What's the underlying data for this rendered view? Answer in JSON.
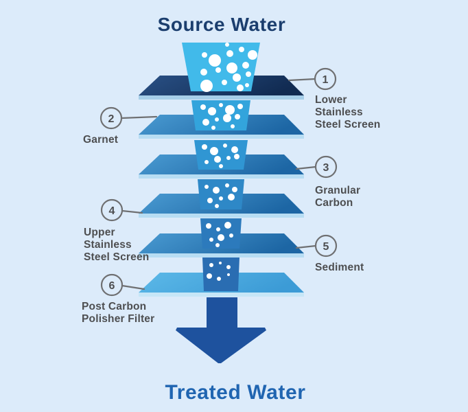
{
  "diagram": {
    "title_top": "Source Water",
    "title_bottom": "Treated Water",
    "steps": [
      {
        "num": "1",
        "side": "right",
        "label": "Lower Stainless Steel Screen",
        "lines": [
          "Lower",
          "Stainless",
          "Steel Screen"
        ]
      },
      {
        "num": "2",
        "side": "left",
        "label": "Garnet",
        "lines": [
          "Garnet"
        ]
      },
      {
        "num": "3",
        "side": "right",
        "label": "Granular Carbon",
        "lines": [
          "Granular",
          "Carbon"
        ]
      },
      {
        "num": "4",
        "side": "left",
        "label": "Upper Stainless Steel Screen",
        "lines": [
          "Upper",
          "Stainless",
          "Steel Screen"
        ]
      },
      {
        "num": "5",
        "side": "right",
        "label": "Sediment",
        "lines": [
          "Sediment"
        ]
      },
      {
        "num": "6",
        "side": "left",
        "label": "Post Carbon Polisher Filter",
        "lines": [
          "Post Carbon",
          "Polisher Filter"
        ]
      }
    ],
    "colors": {
      "background": "#DCEBFA",
      "title_top": "#1B3E6E",
      "title_bottom": "#2065B1",
      "label_text": "#4D4E50",
      "callout_stroke": "#6F7072",
      "slab_dark_left": "#2A5186",
      "slab_dark_right": "#112B52",
      "slab_mid_left": "#4A9BD2",
      "slab_mid_right": "#1D66A4",
      "slab_light_left": "#5CB9E8",
      "slab_light_right": "#3C9BD6",
      "slab_edges": [
        "#A6CEE9",
        "#B7DDF3",
        "#B7DDF3",
        "#B7DDF3",
        "#B7DDF3",
        "#C6E6F7"
      ],
      "funnel": [
        "#41BAEA",
        "#33A4DC",
        "#3096D3",
        "#2E88C7",
        "#2C7ABC",
        "#2A6DB2"
      ],
      "arrow": "#1E529E",
      "bubble": "#FFFFFF"
    },
    "bubbles": {
      "s1": [
        [
          298,
          80,
          4
        ],
        [
          313,
          88,
          9
        ],
        [
          335,
          78,
          5
        ],
        [
          352,
          72,
          4
        ],
        [
          368,
          80,
          7
        ],
        [
          297,
          105,
          5
        ],
        [
          318,
          102,
          4
        ],
        [
          338,
          99,
          8
        ],
        [
          358,
          95,
          5
        ],
        [
          301,
          125,
          9
        ],
        [
          327,
          120,
          4
        ],
        [
          345,
          113,
          6
        ],
        [
          362,
          108,
          4
        ],
        [
          350,
          128,
          5
        ],
        [
          331,
          65,
          3
        ],
        [
          360,
          124,
          3
        ]
      ],
      "s2": [
        [
          296,
          156,
          4
        ],
        [
          309,
          162,
          6
        ],
        [
          322,
          153,
          3
        ],
        [
          335,
          160,
          7
        ],
        [
          350,
          155,
          4
        ],
        [
          300,
          178,
          5
        ],
        [
          316,
          174,
          3
        ],
        [
          331,
          172,
          6
        ],
        [
          346,
          170,
          4
        ],
        [
          311,
          186,
          3
        ],
        [
          339,
          184,
          3
        ]
      ],
      "s3": [
        [
          298,
          214,
          4
        ],
        [
          312,
          220,
          6
        ],
        [
          328,
          212,
          3
        ],
        [
          342,
          218,
          5
        ],
        [
          301,
          236,
          3
        ],
        [
          317,
          232,
          5
        ],
        [
          333,
          230,
          3
        ],
        [
          345,
          228,
          4
        ],
        [
          322,
          242,
          3
        ]
      ],
      "s4": [
        [
          301,
          272,
          3
        ],
        [
          315,
          277,
          5
        ],
        [
          331,
          270,
          3
        ],
        [
          342,
          276,
          4
        ],
        [
          306,
          292,
          4
        ],
        [
          322,
          289,
          3
        ],
        [
          337,
          287,
          5
        ],
        [
          316,
          300,
          3
        ]
      ],
      "s5": [
        [
          304,
          329,
          4
        ],
        [
          318,
          334,
          3
        ],
        [
          332,
          328,
          5
        ],
        [
          308,
          349,
          3
        ],
        [
          322,
          346,
          5
        ],
        [
          337,
          343,
          3
        ],
        [
          317,
          357,
          3
        ]
      ],
      "s6": [
        [
          308,
          386,
          3
        ],
        [
          321,
          383,
          2
        ],
        [
          333,
          389,
          3
        ],
        [
          305,
          402,
          4
        ],
        [
          319,
          406,
          3
        ],
        [
          333,
          400,
          2
        ]
      ]
    }
  }
}
